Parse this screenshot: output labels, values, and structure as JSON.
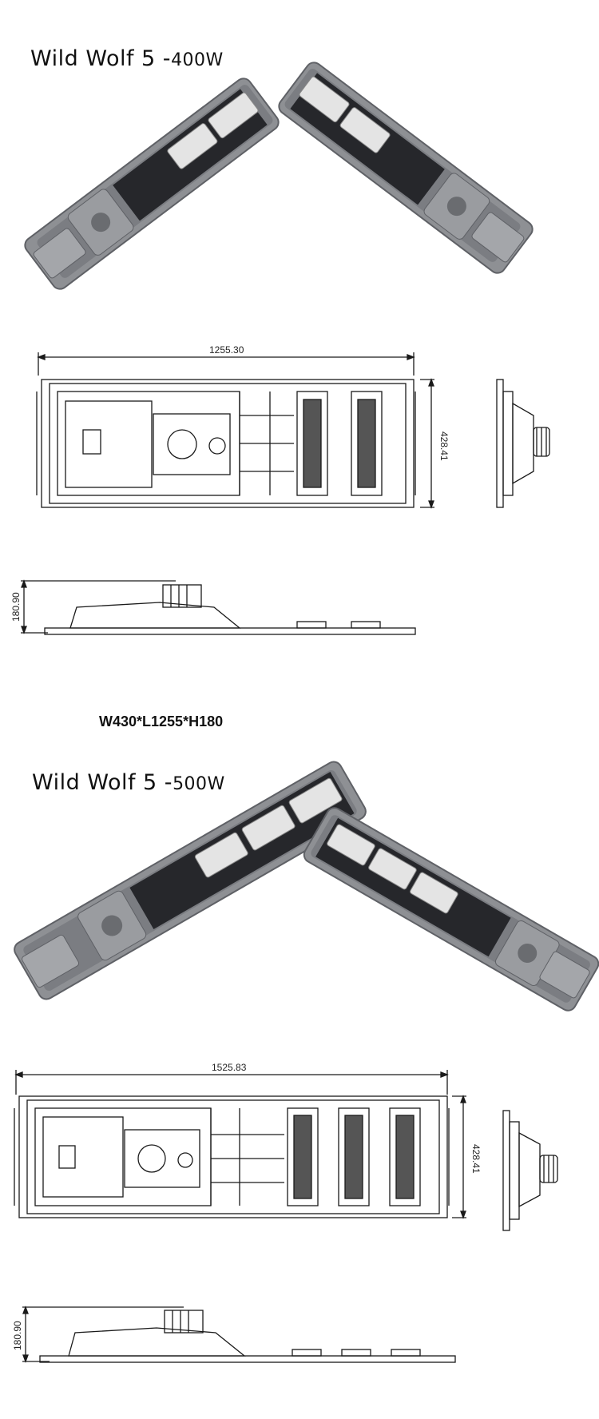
{
  "products": [
    {
      "title_main": "Wild Wolf 5 -",
      "title_power": "400W",
      "dim_length": "1255.30",
      "dim_width": "428.41",
      "dim_height": "180.90",
      "spec": "W430*L1255*H180",
      "led_modules": 2
    },
    {
      "title_main": "Wild Wolf 5 -",
      "title_power": "500W",
      "dim_length": "1525.83",
      "dim_width": "428.41",
      "dim_height": "180.90",
      "led_modules": 3
    }
  ],
  "colors": {
    "housing": "#8e9094",
    "housing_dark": "#5f6166",
    "solar_panel": "#26272b",
    "led": "#e4e4e4",
    "line": "#1a1a1a"
  }
}
